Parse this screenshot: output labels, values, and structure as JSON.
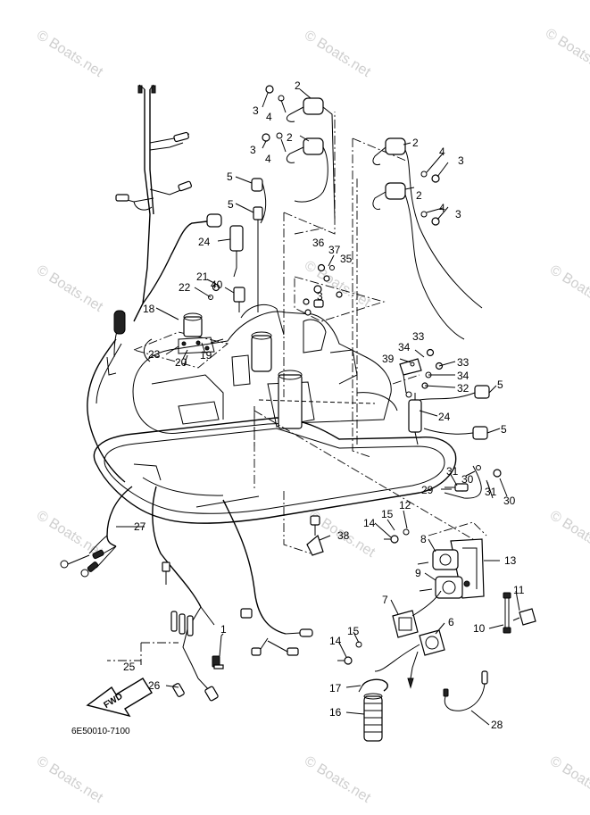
{
  "watermark": "© Boats.net",
  "drawing_code": "6E50010-7100",
  "fwd_label": "FWD",
  "callouts": {
    "c1": "1",
    "c2a": "2",
    "c2b": "2",
    "c2c": "2",
    "c2d": "2",
    "c3a": "3",
    "c3b": "3",
    "c3c": "3",
    "c3d": "3",
    "c3e": "3",
    "c4a": "4",
    "c4b": "4",
    "c4c": "4",
    "c4d": "4",
    "c5a": "5",
    "c5b": "5",
    "c5c": "5",
    "c5d": "5",
    "c6": "6",
    "c7": "7",
    "c8": "8",
    "c9": "9",
    "c10": "10",
    "c11": "11",
    "c12": "12",
    "c13": "13",
    "c14a": "14",
    "c14b": "14",
    "c15a": "15",
    "c15b": "15",
    "c16": "16",
    "c17": "17",
    "c18": "18",
    "c19": "19",
    "c20": "20",
    "c21": "21",
    "c22": "22",
    "c23": "23",
    "c24a": "24",
    "c24b": "24",
    "c25": "25",
    "c26": "26",
    "c27": "27",
    "c28": "28",
    "c29": "29",
    "c30a": "30",
    "c30b": "30",
    "c31a": "31",
    "c31b": "31",
    "c32": "32",
    "c33a": "33",
    "c33b": "33",
    "c34a": "34",
    "c34b": "34",
    "c35": "35",
    "c36": "36",
    "c37": "37",
    "c38": "38",
    "c39": "39",
    "c40": "40"
  }
}
